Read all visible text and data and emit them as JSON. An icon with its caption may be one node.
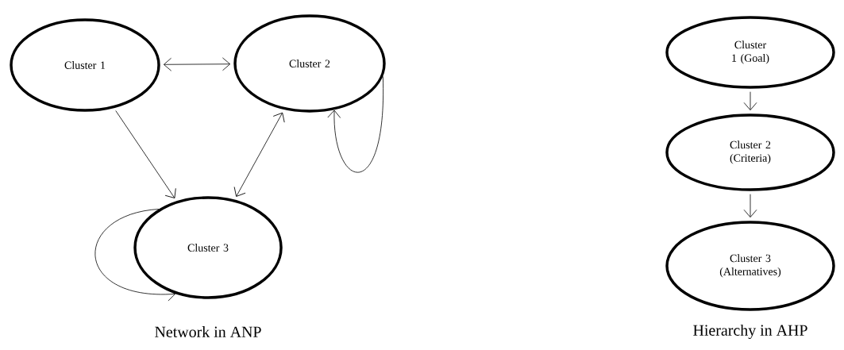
{
  "diagram": {
    "nodes": [
      {
        "text": [
          "Cluster 1"
        ]
      },
      {
        "text": [
          "Cluster 2"
        ]
      },
      {
        "text": [
          "Cluster 3"
        ]
      },
      {
        "text": [
          "Cluster 1 (Goal)"
        ]
      },
      {
        "text": [
          "Cluster 2 (Criteria)"
        ]
      },
      {
        "text": [
          "Cluster 3 (Alternatives)"
        ]
      }
    ],
    "edges": [
      {
        "from": 0,
        "to": 1,
        "arrow": "both"
      },
      {
        "from": 0,
        "to": 2,
        "arrow": "to"
      },
      {
        "from": 1,
        "to": 2,
        "arrow": "both"
      },
      {
        "from": 1,
        "to": 1,
        "arrow": "to"
      },
      {
        "from": 2,
        "to": 2,
        "arrow": "to"
      },
      {
        "from": 3,
        "to": 4,
        "arrow": "to"
      },
      {
        "from": 4,
        "to": 5,
        "arrow": "to"
      }
    ],
    "labels": [
      "Network in ANP",
      "Hierarchy in AHP"
    ]
  }
}
